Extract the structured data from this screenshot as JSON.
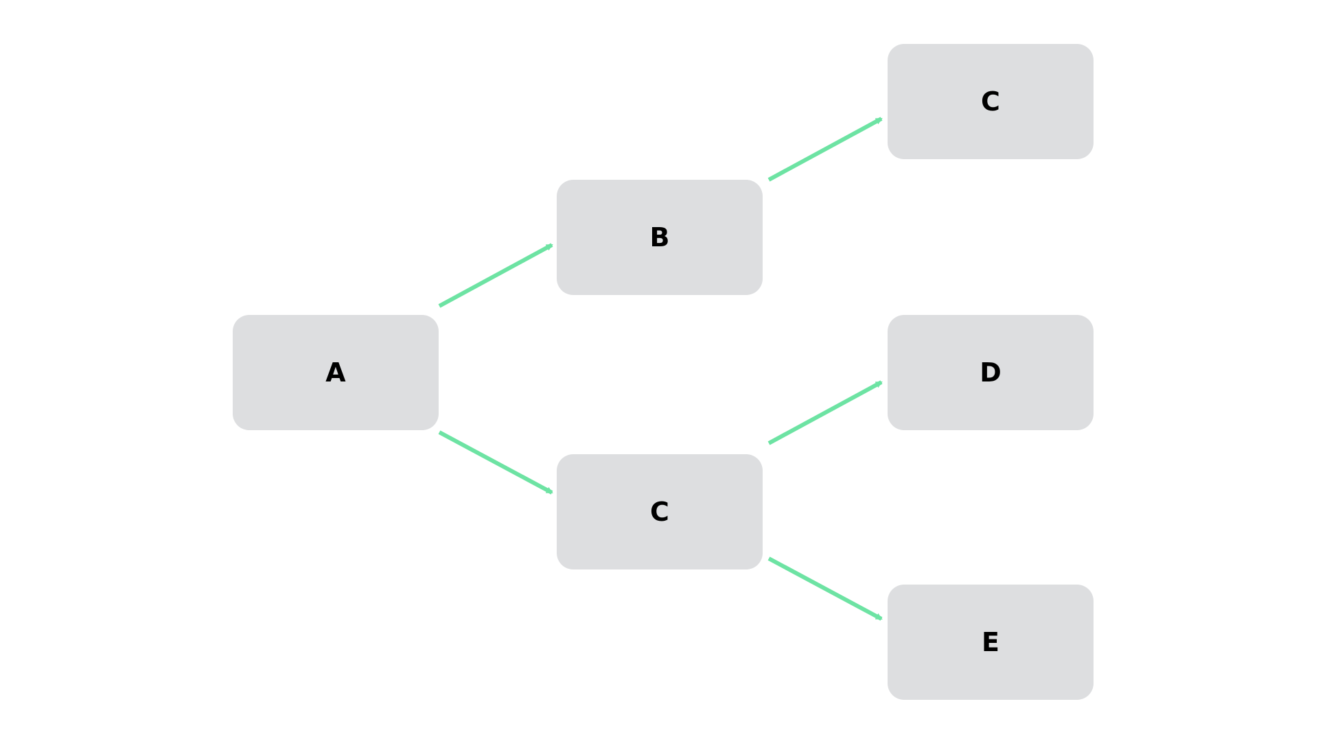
{
  "colors": {
    "node_fill": "#dddee0",
    "edge": "#6de3a3",
    "label": "#000000",
    "background": "#ffffff"
  },
  "nodes": {
    "a": {
      "label": "A"
    },
    "b": {
      "label": "B"
    },
    "c_mid": {
      "label": "C"
    },
    "c_top": {
      "label": "C"
    },
    "d": {
      "label": "D"
    },
    "e": {
      "label": "E"
    }
  },
  "edges": [
    {
      "from": "a",
      "to": "b"
    },
    {
      "from": "a",
      "to": "c_mid"
    },
    {
      "from": "b",
      "to": "c_top"
    },
    {
      "from": "c_mid",
      "to": "d"
    },
    {
      "from": "c_mid",
      "to": "e"
    }
  ]
}
